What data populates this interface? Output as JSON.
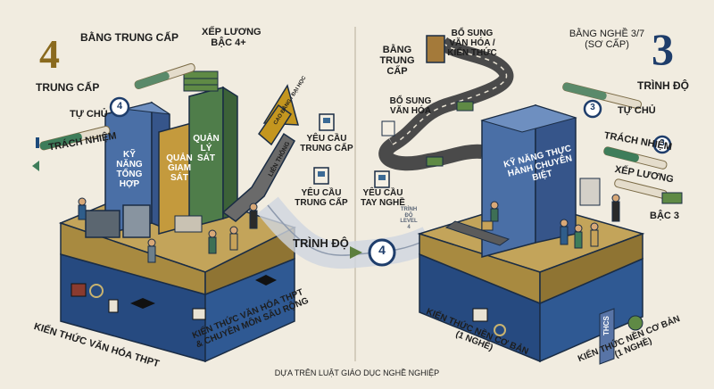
{
  "left": {
    "number": "4",
    "level_name": "TRUNG CẤP",
    "certificate": "BẰNG TRUNG CẤP",
    "salary_line1": "XẾP LƯƠNG",
    "salary_line2": "BẬC 4+",
    "autonomy_label": "TỰ CHỦ",
    "responsibility_label": "TRÁCH NHIỆM",
    "tower_skill": "KỸ NĂNG TỔNG HỢP",
    "tower_supervise": "QUẢN GIAM SÁT",
    "tower_manage": "QUẢN LÝ SÁT",
    "escalator_label": "LIÊN THÔNG",
    "escalator_arrow": "CAO ĐẲNG / ĐẠI HỌC",
    "req1": "YÊU CẦU TRUNG CẤP",
    "req2": "YÊU CẦU TRUNG CẤP",
    "base_front": "KIẾN THỨC VĂN HÓA THPT",
    "base_side_line1": "KIẾN THỨC VĂN HÓA THPT",
    "base_side_line2": "& CHUYÊN MÔN SÂU RỘNG",
    "badge_number": "4"
  },
  "center": {
    "level_label": "TRÌNH ĐỘ",
    "level_number": "4",
    "level_sub": "TRÌNH ĐỘ LEVEL 4",
    "footer": "DỰA TRÊN LUẬT GIÁO DỤC NGHỀ NGHIỆP"
  },
  "right": {
    "number": "3",
    "level_name": "TRÌNH ĐỘ",
    "certificate_line1": "BẰNG NGHỀ 3/7",
    "certificate_line2": "(SƠ CẤP)",
    "door_label_line1": "BẰNG",
    "door_label_line2": "TRUNG",
    "door_label_line3": "CẤP",
    "road_top_line1": "BỔ SUNG",
    "road_top_line2": "VĂN HÓA /",
    "road_top_line3": "KIẾN THỨC",
    "road_mid_line1": "BỔ SUNG",
    "road_mid_line2": "VĂN HÓA",
    "req_skill_line1": "YÊU CẦU",
    "req_skill_line2": "TAY NGHỀ",
    "tower_skill": "KỸ NĂNG THỰC HÀNH CHUYÊN BIỆT",
    "autonomy_label": "TỰ CHỦ",
    "responsibility_label": "TRÁCH NHIỆM",
    "salary_label": "XẾP LƯƠNG",
    "salary_value": "BẬC 3",
    "badge_number": "3",
    "base_front_line1": "KIẾN THỨC NỀN CƠ BẢN",
    "base_front_line2": "(1 NGHỀ)",
    "base_side_line1": "KIẾN THỨC NỀN CƠ BẢN",
    "base_side_line2": "(1 NGHỀ)",
    "pillar_label": "THCS"
  },
  "colors": {
    "background": "#f1ece0",
    "base_blue": "#2c4f86",
    "platform_gold": "#b99a4f",
    "tower_blue": "#4a6fa6",
    "tower_green": "#4f7d4a",
    "accent_gold": "#8a6a1e"
  }
}
